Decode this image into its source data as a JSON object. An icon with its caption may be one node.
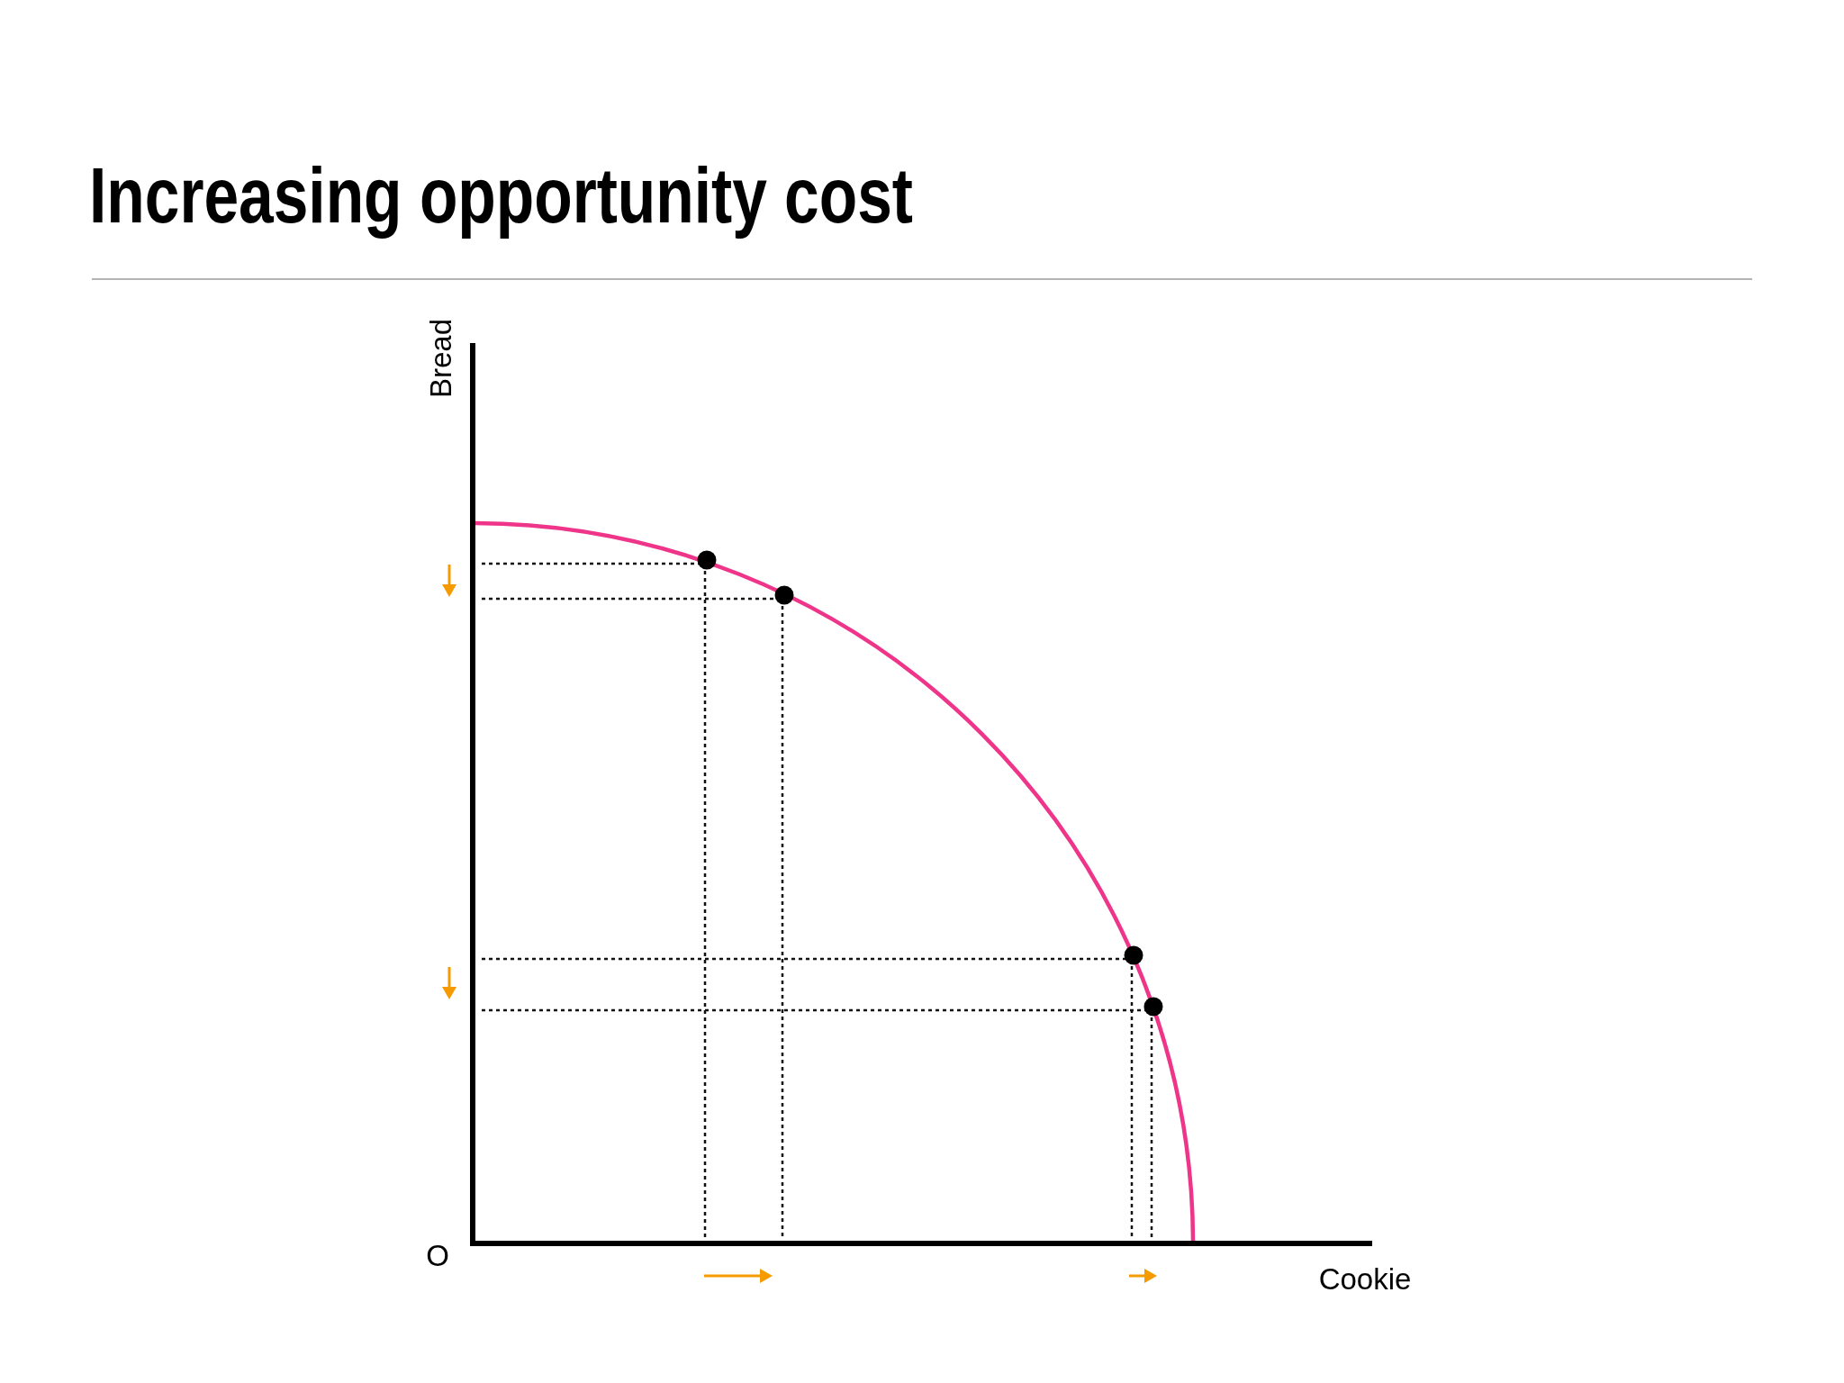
{
  "diagram": {
    "title": "Increasing opportunity cost",
    "labels": [
      "Bread",
      "O",
      "Cookie"
    ]
  }
}
